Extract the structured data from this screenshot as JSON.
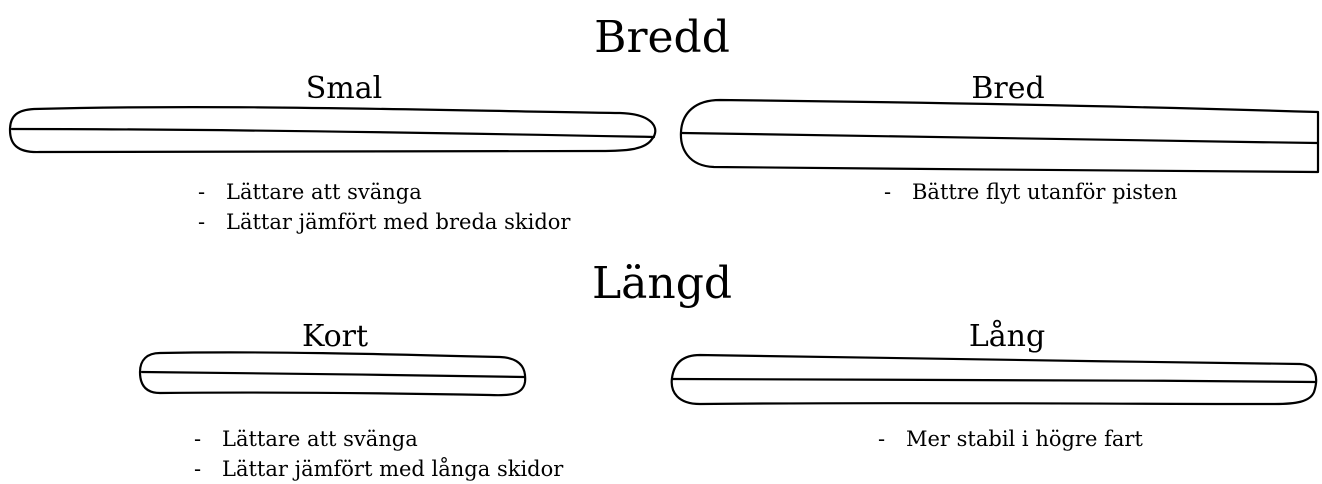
{
  "sections": [
    {
      "title": "Bredd",
      "items": [
        {
          "label": "Smal",
          "bullets": [
            "Lättare att svänga",
            "Lättar jämfört med breda skidor"
          ]
        },
        {
          "label": "Bred",
          "bullets": [
            "Bättre flyt utanför pisten"
          ]
        }
      ]
    },
    {
      "title": "Längd",
      "items": [
        {
          "label": "Kort",
          "bullets": [
            "Lättare att svänga",
            "Lättar jämfört med långa skidor"
          ]
        },
        {
          "label": "Lång",
          "bullets": [
            "Mer stabil i högre fart"
          ]
        }
      ]
    }
  ]
}
